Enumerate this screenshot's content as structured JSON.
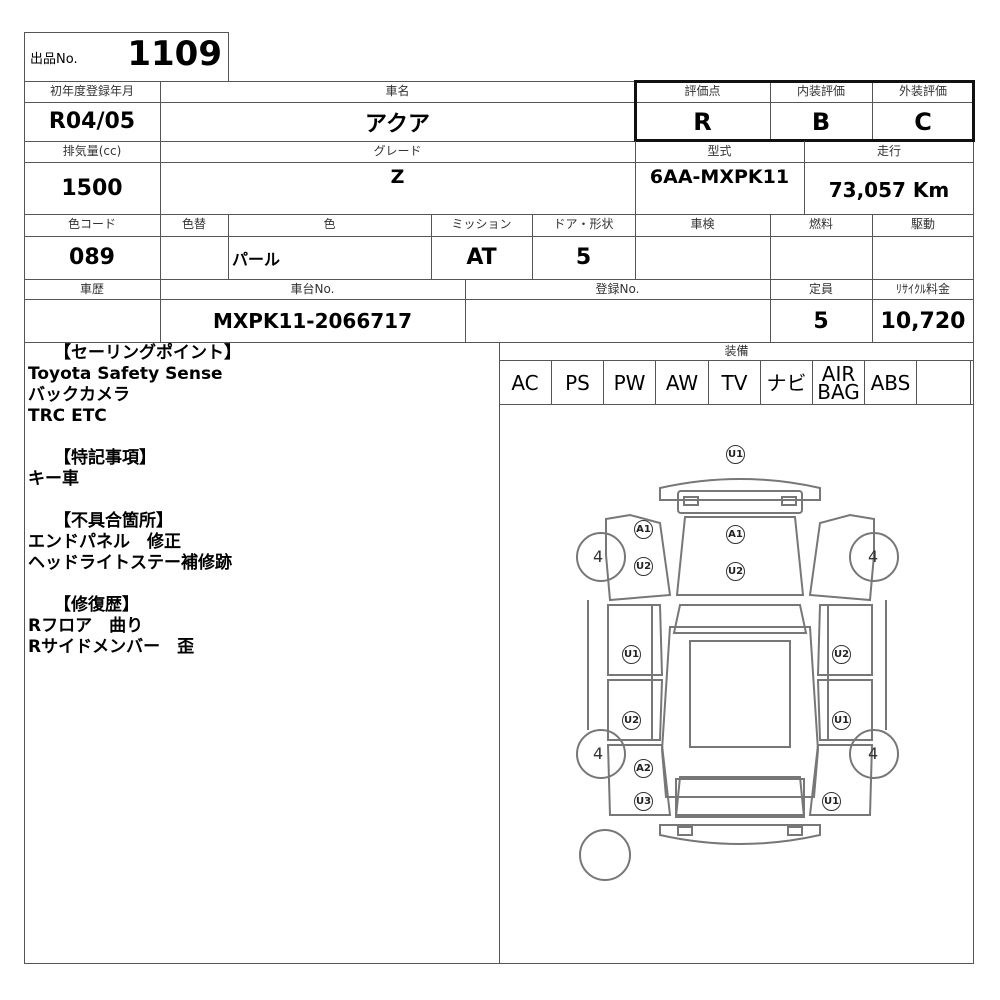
{
  "lot": {
    "label": "出品No.",
    "value": "1109"
  },
  "row1": {
    "labels": [
      "初年度登録年月",
      "車名",
      "評価点",
      "内装評価",
      "外装評価"
    ],
    "values": [
      "R04/05",
      "アクア",
      "R",
      "B",
      "C"
    ]
  },
  "row2": {
    "labels": [
      "排気量(cc)",
      "グレード",
      "型式",
      "走行"
    ],
    "values": [
      "1500",
      "Z",
      "6AA-MXPK11",
      "73,057 Km"
    ]
  },
  "row3": {
    "labels": [
      "色コード",
      "色替",
      "色",
      "ミッション",
      "ドア・形状",
      "車検",
      "燃料",
      "駆動"
    ],
    "values": [
      "089",
      "",
      "パール",
      "AT",
      "5",
      "",
      "",
      ""
    ]
  },
  "row4": {
    "labels": [
      "車歴",
      "車台No.",
      "登録No.",
      "定員",
      "ﾘｻｲｸﾙ料金"
    ],
    "values": [
      "",
      "MXPK11-2066717",
      "",
      "5",
      "10,720"
    ]
  },
  "notes": {
    "selling_head": "【セーリングポイント】",
    "selling": [
      "Toyota Safety Sense",
      "バックカメラ",
      "TRC ETC"
    ],
    "special_head": "【特記事項】",
    "special": [
      "キー車"
    ],
    "defect_head": "【不具合箇所】",
    "defect": [
      "エンドパネル　修正",
      "ヘッドライトステー補修跡"
    ],
    "repair_head": "【修復歴】",
    "repair": [
      "Rフロア　曲り",
      "Rサイドメンバー　歪"
    ]
  },
  "equipment": {
    "label": "装備",
    "items": [
      "AC",
      "PS",
      "PW",
      "AW",
      "TV",
      "ナビ",
      "AIR BAG",
      "ABS",
      ""
    ]
  },
  "diagram": {
    "marks": [
      "U1",
      "A1",
      "U2",
      "A1",
      "U2",
      "U1",
      "U2",
      "U2",
      "U1",
      "A2",
      "U3",
      "U1"
    ],
    "tires": [
      "4",
      "4",
      "4",
      "4"
    ]
  },
  "colors": {
    "line": "#555555",
    "diagram": "#777777"
  }
}
